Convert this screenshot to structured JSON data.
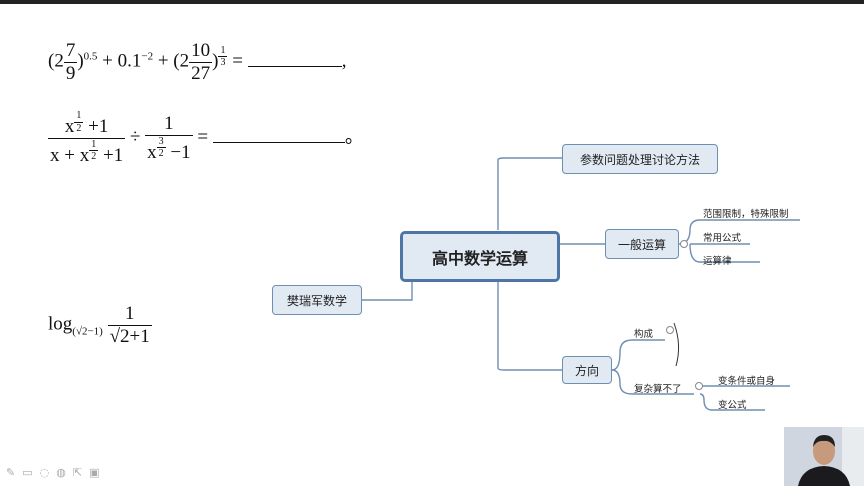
{
  "math": {
    "eq1": {
      "a_whole": "2",
      "a_num": "7",
      "a_den": "9",
      "a_exp": "0.5",
      "b_base": "0.1",
      "b_exp": "−2",
      "c_whole": "2",
      "c_num": "10",
      "c_den": "27",
      "c_exp_num": "1",
      "c_exp_den": "3",
      "tail": ","
    },
    "eq2": {
      "f1_num_exp_num": "1",
      "f1_num_exp_den": "2",
      "f1_den_exp_num": "1",
      "f1_den_exp_den": "2",
      "f2_num": "1",
      "f2_exp_num": "3",
      "f2_exp_den": "2",
      "tail": "。"
    },
    "eq3": {
      "func": "log",
      "base": "(√2−1)",
      "num": "1",
      "den_radicand": "2",
      "den_plus": "+1"
    }
  },
  "mindmap": {
    "root": "高中数学运算",
    "left_node": "樊瑞军数学",
    "top_node": "参数问题处理讨论方法",
    "right_node": "一般运算",
    "right_leaves": [
      "范围限制，特殊限制",
      "常用公式",
      "运算律"
    ],
    "bottom_node": "方向",
    "bottom_branches": [
      {
        "label": "构成"
      },
      {
        "label": "复杂算不了",
        "children": [
          "变条件或自身",
          "变公式"
        ]
      }
    ]
  },
  "colors": {
    "node_fill": "#e1e9f3",
    "node_border": "#6f8fb2",
    "connector": "#6f8fb2"
  }
}
